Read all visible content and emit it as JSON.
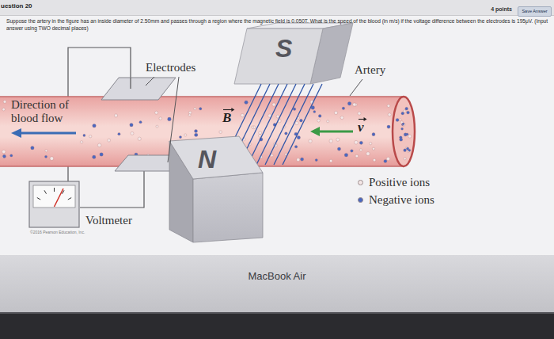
{
  "diagram": {
    "nodes": [
      {
        "text": [
          "Save Answer"
        ]
      }
    ],
    "labels": [
      "uestion 20",
      "4 points",
      "Suppose the artery in the figure has an inside diameter of 2.50mm and passes through a region where the magnetic field is 0.050T. What is the speed of the blood (in m/s) if the voltage difference between the electrodes is 195μV. (Input answer using TWO decimal places)",
      "Electrodes",
      "S",
      "Artery",
      "Direction of blood flow",
      "B",
      "v",
      "N",
      "Voltmeter",
      "©2016 Pearson Education, Inc.",
      "MacBook Air"
    ],
    "legend": [
      {
        "text": "Positive ions",
        "color": "#f3e6e6"
      },
      {
        "text": "Negative ions",
        "color": "#4a68c0"
      }
    ]
  }
}
